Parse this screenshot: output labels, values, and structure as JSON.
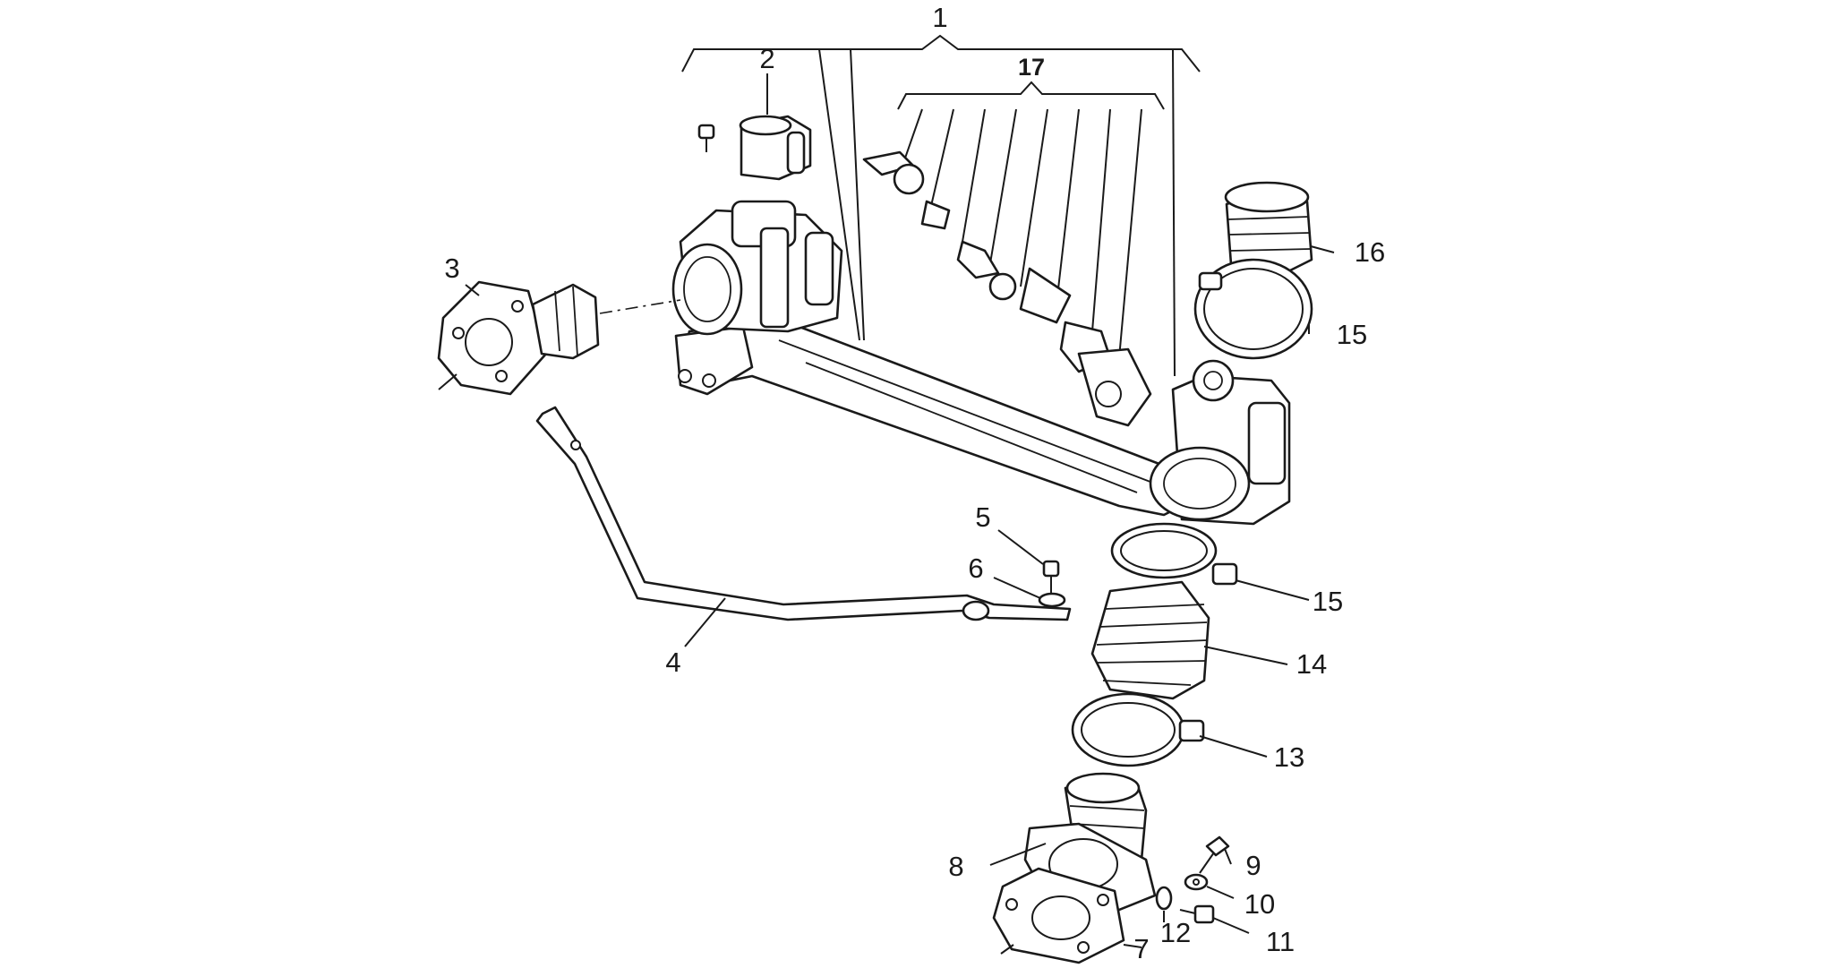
{
  "labels": {
    "l1": "1",
    "l2": "2",
    "l3": "3",
    "l4": "4",
    "l5": "5",
    "l6": "6",
    "l7": "7",
    "l8": "8",
    "l9": "9",
    "l10": "10",
    "l11": "11",
    "l12": "12",
    "l13": "13",
    "l14": "14",
    "l15a": "15",
    "l15b": "15",
    "l16": "16",
    "l17": "17"
  }
}
